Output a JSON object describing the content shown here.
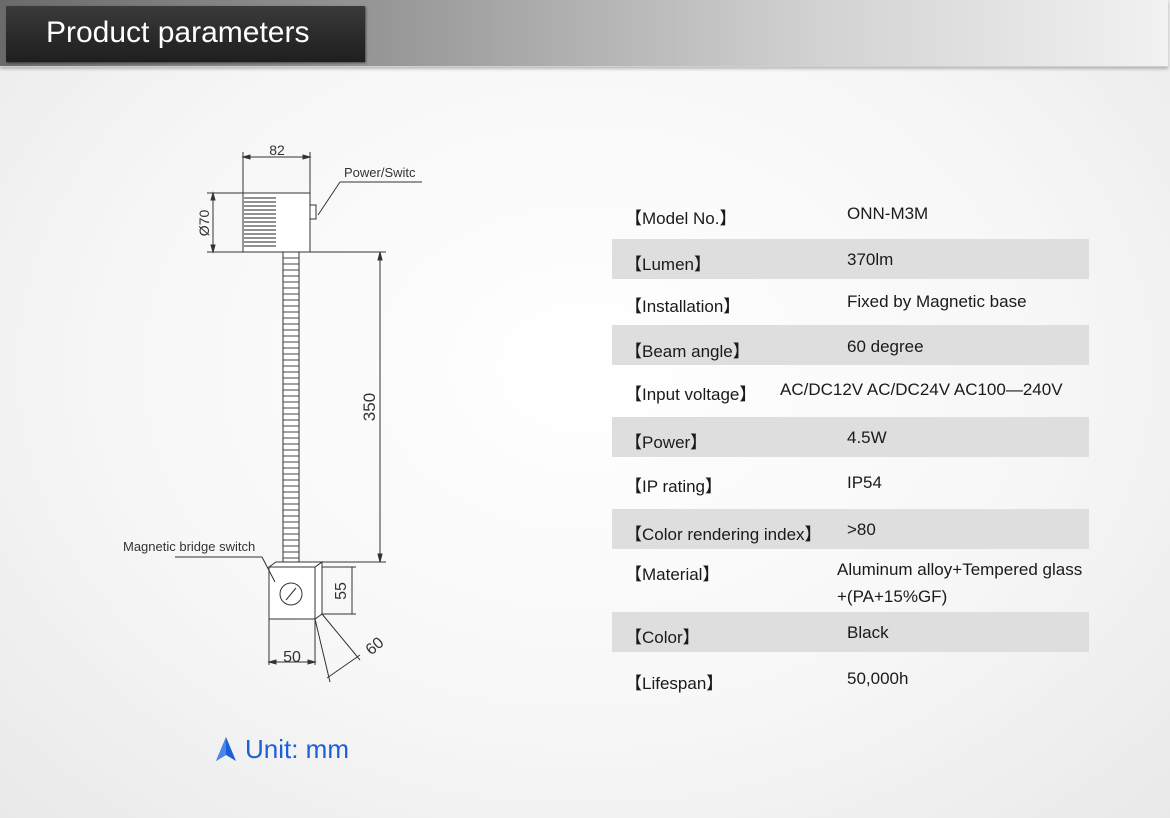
{
  "header": {
    "title": "Product parameters"
  },
  "drawing": {
    "dim_head_width": "82",
    "dim_head_diameter": "Ø70",
    "dim_length": "350",
    "dim_base_height": "55",
    "dim_base_width": "50",
    "dim_base_depth": "60",
    "label_power_switch": "Power/Switc",
    "label_magnetic_switch": "Magnetic bridge switch"
  },
  "unit": {
    "label": "Unit: mm",
    "icon": "blue-arrow-up-icon",
    "color": "#1c5fd6"
  },
  "specs": [
    {
      "label": "【Model No.】",
      "value": "ONN-M3M"
    },
    {
      "label": "【Lumen】",
      "value": "370lm"
    },
    {
      "label": "【Installation】",
      "value": "Fixed by Magnetic base"
    },
    {
      "label": "【Beam angle】",
      "value": "60 degree"
    },
    {
      "label": "【Input voltage】",
      "value": "AC/DC12V   AC/DC24V   AC100—240V"
    },
    {
      "label": "【Power】",
      "value": "4.5W"
    },
    {
      "label": "【IP rating】",
      "value": "IP54"
    },
    {
      "label": "【Color rendering index】",
      "value": ">80"
    },
    {
      "label": "【Material】",
      "value": "Aluminum alloy+Tempered glass",
      "value2": "+(PA+15%GF)"
    },
    {
      "label": "【Color】",
      "value": "Black"
    },
    {
      "label": "【Lifespan】",
      "value": "50,000h"
    }
  ]
}
